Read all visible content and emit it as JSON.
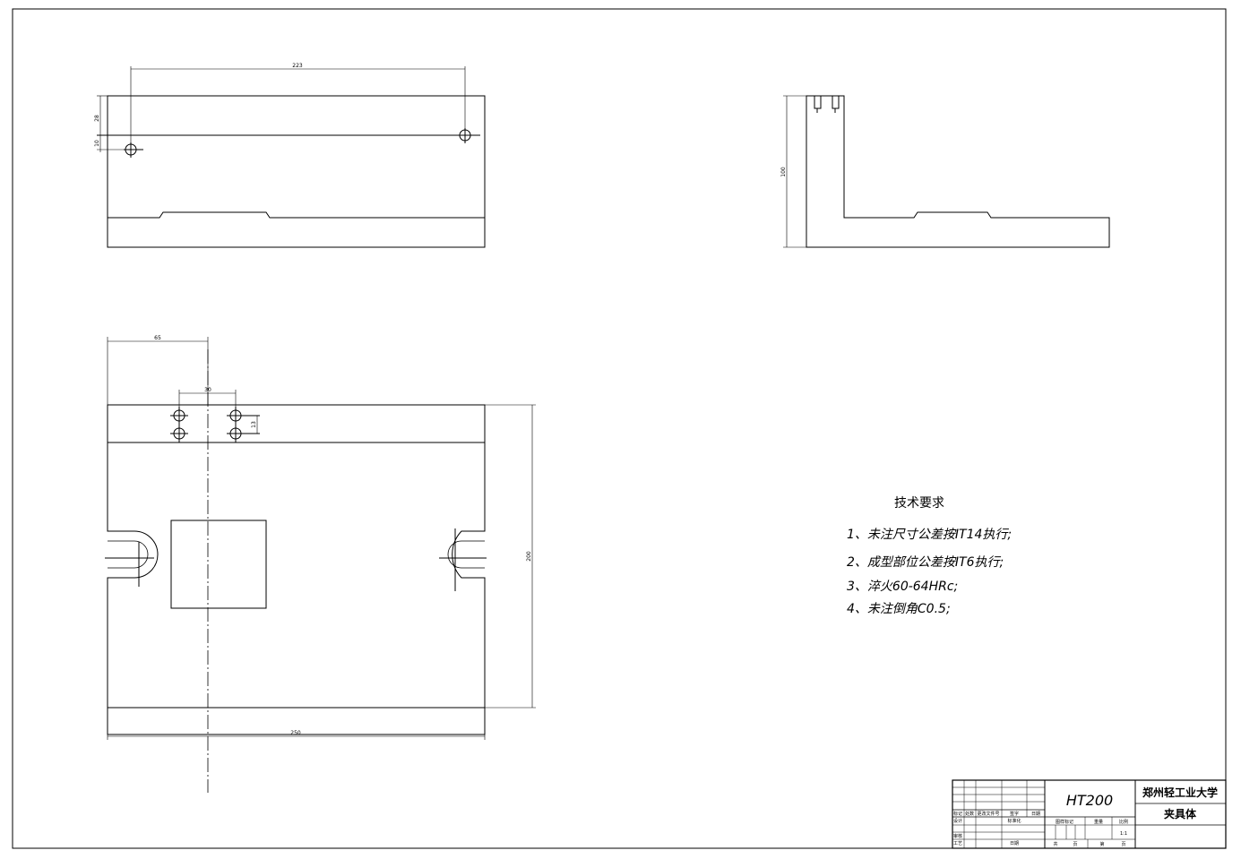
{
  "dimensions": {
    "top_view_length": "223",
    "top_view_height": "28",
    "top_view_offset": "10",
    "side_view_height": "100",
    "plan_offset": "65",
    "plan_hole_spacing": "30",
    "plan_hole_pitch": "13",
    "plan_height": "200",
    "plan_width": "250"
  },
  "tech_requirements": {
    "title": "技术要求",
    "items": [
      "1、未注尺寸公差按IT14执行;",
      "2、成型部位公差按IT6执行;",
      "3、淬火60-64HRc;",
      "4、未注倒角C0.5;"
    ]
  },
  "title_block": {
    "material": "HT200",
    "school": "郑州轻工业大学",
    "part_name": "夹具体",
    "scale": "1:1",
    "labels": {
      "mark": "标记",
      "count": "处数",
      "doc_no": "更改文件号",
      "sign": "签字",
      "date": "日期",
      "design": "设计",
      "standardize": "标准化",
      "stage_mark": "图样标记",
      "weight": "重量",
      "ratio": "比例",
      "review": "审核",
      "process": "工艺",
      "date2": "日期",
      "total": "共",
      "sheet_unit": "页",
      "number": "第",
      "sheet_unit2": "页"
    }
  }
}
